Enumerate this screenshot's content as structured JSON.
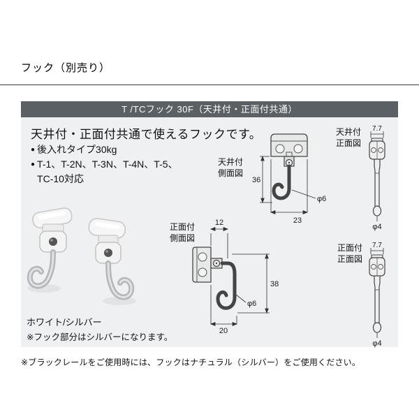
{
  "page": {
    "title": "フック（別売り）",
    "footnote": "※ブラックレールをご使用時には、フックはナチュラル（シルバー）をご使用ください。"
  },
  "panel": {
    "header": "T /TCフック 30F（天井付・正面付共通）",
    "headline": "天井付・正面付共通で使えるフックです。",
    "bullet_char": "●",
    "bullets": [
      {
        "text": "後入れタイプ30kg"
      },
      {
        "text": "T-1、T-2N、T-3N、T-4N、T-5、\nTC-10対応"
      }
    ],
    "color_label": "ホワイト/シルバー",
    "note": "※フック部分はシルバーになります。"
  },
  "diagrams": {
    "ceiling_side": {
      "label": "天井付\n側面図",
      "dim_height": "36",
      "dim_width": "23",
      "dim_hook_dia": "φ6"
    },
    "ceiling_front": {
      "label": "天井付\n正面図",
      "dim_width": "7.7",
      "dim_dia": "φ4"
    },
    "front_side": {
      "label": "正面付\n側面図",
      "dim_top": "12",
      "dim_height": "38",
      "dim_width": "20",
      "dim_hook_dia": "φ6"
    },
    "front_front": {
      "label": "正面付\n正面図",
      "dim_width": "7.7",
      "dim_dia": "φ4"
    }
  },
  "colors": {
    "header_bg": "#5b6065",
    "panel_bg": "#eef0f1",
    "hook_silver": "#b4b7ba"
  }
}
